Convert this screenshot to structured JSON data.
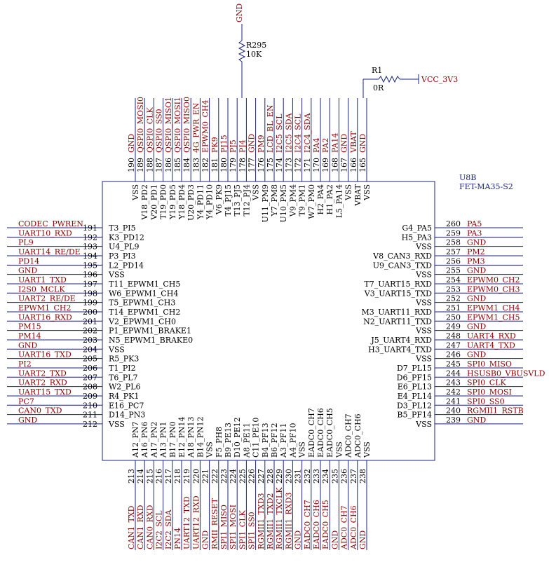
{
  "component": {
    "refdes": "U8B",
    "part": "FET-MA35-S2"
  },
  "top_parts": {
    "gnd_label": "GND",
    "r295_ref": "R295",
    "r295_val": "10K",
    "r1_ref": "R1",
    "r1_val": "0R",
    "vcc_label": "VCC_3V3"
  },
  "left_pins": [
    {
      "num": "191",
      "inner": "T3_PI5",
      "net": "CODEC_PWREN"
    },
    {
      "num": "192",
      "inner": "K3_PD12",
      "net": "UART10_RXD"
    },
    {
      "num": "193",
      "inner": "U4_PL9",
      "net": "PL9"
    },
    {
      "num": "194",
      "inner": "P3_PI3",
      "net": "UART14_RE/DE"
    },
    {
      "num": "195",
      "inner": "L2_PD14",
      "net": "PD14"
    },
    {
      "num": "196",
      "inner": "VSS",
      "net": "GND"
    },
    {
      "num": "197",
      "inner": "T11_EPWM1_CH5",
      "net": "UART1_TXD"
    },
    {
      "num": "198",
      "inner": "W6_EPWM1_CH4",
      "net": "I2S0_MCLK"
    },
    {
      "num": "199",
      "inner": "T5_EPWM1_CH3",
      "net": "UART2_RE/DE"
    },
    {
      "num": "200",
      "inner": "T14_EPWM1_CH2",
      "net": "EPWM1_CH2"
    },
    {
      "num": "201",
      "inner": "V2_EPWM1_CH0",
      "net": "UART16_RXD"
    },
    {
      "num": "202",
      "inner": "P1_EPWM1_BRAKE1",
      "net": "PM15"
    },
    {
      "num": "203",
      "inner": "N5_EPWM1_BRAKE0",
      "net": "PM14"
    },
    {
      "num": "204",
      "inner": "VSS",
      "net": "GND"
    },
    {
      "num": "205",
      "inner": "R5_PK3",
      "net": "UART16_TXD"
    },
    {
      "num": "206",
      "inner": "T1_PI2",
      "net": "PI2"
    },
    {
      "num": "207",
      "inner": "T6_PL7",
      "net": "UART2_TXD"
    },
    {
      "num": "208",
      "inner": "W2_PL6",
      "net": "UART2_RXD"
    },
    {
      "num": "209",
      "inner": "R4_PK1",
      "net": "UART15_TXD"
    },
    {
      "num": "210",
      "inner": "E16_PC7",
      "net": "PC7"
    },
    {
      "num": "211",
      "inner": "D14_PN3",
      "net": "CAN0_TXD"
    },
    {
      "num": "212",
      "inner": "VSS",
      "net": "GND"
    }
  ],
  "right_pins": [
    {
      "num": "260",
      "inner": "G4_PA5",
      "net": "PA5"
    },
    {
      "num": "259",
      "inner": "H5_PA3",
      "net": "PA3"
    },
    {
      "num": "258",
      "inner": "VSS",
      "net": "GND"
    },
    {
      "num": "257",
      "inner": "V8_CAN3_RXD",
      "net": "PM2"
    },
    {
      "num": "256",
      "inner": "U9_CAN3_TXD",
      "net": "PM3"
    },
    {
      "num": "255",
      "inner": "VSS",
      "net": "GND"
    },
    {
      "num": "254",
      "inner": "T7_UART15_RXD",
      "net": "EPWM0_CH2"
    },
    {
      "num": "253",
      "inner": "V3_UART15_TXD",
      "net": "EPWM0_CH3"
    },
    {
      "num": "252",
      "inner": "VSS",
      "net": "GND"
    },
    {
      "num": "251",
      "inner": "M3_UART11_RXD",
      "net": "EPWM1_CH4"
    },
    {
      "num": "250",
      "inner": "N2_UART11_TXD",
      "net": "EPWM1_CH5"
    },
    {
      "num": "249",
      "inner": "VSS",
      "net": "GND"
    },
    {
      "num": "248",
      "inner": "J5_UART4_RXD",
      "net": "UART4_RXD"
    },
    {
      "num": "247",
      "inner": "H3_UART4_TXD",
      "net": "UART4_TXD"
    },
    {
      "num": "246",
      "inner": "VSS",
      "net": "GND"
    },
    {
      "num": "245",
      "inner": "D7_PL15",
      "net": "SPI0_MISO"
    },
    {
      "num": "244",
      "inner": "D6_PF15",
      "net": "HSUSB0_VBUSVLD"
    },
    {
      "num": "243",
      "inner": "E6_PL13",
      "net": "SPI0_CLK"
    },
    {
      "num": "242",
      "inner": "E4_PL14",
      "net": "SPI0_MOSI"
    },
    {
      "num": "241",
      "inner": "D3_PL12",
      "net": "SPI0_SS0"
    },
    {
      "num": "240",
      "inner": "B5_PF14",
      "net": "RGMII1_RSTB"
    },
    {
      "num": "239",
      "inner": "VSS",
      "net": "GND"
    }
  ],
  "top_pins": [
    {
      "num": "190",
      "inner": "VSS",
      "net": "GND"
    },
    {
      "num": "189",
      "inner": "V18_PD2",
      "net": "QSPI0_MOSI0"
    },
    {
      "num": "188",
      "inner": "V20_PD1",
      "net": "QSPI0_CLK"
    },
    {
      "num": "187",
      "inner": "T19_PD0",
      "net": "QSPI0_SS0"
    },
    {
      "num": "186",
      "inner": "Y19_PD5",
      "net": "QSPI0_MISO1"
    },
    {
      "num": "185",
      "inner": "Y18_PD4",
      "net": "QSPI0_MOSI1"
    },
    {
      "num": "184",
      "inner": "U20_PD3",
      "net": "QSPI0_MISO0"
    },
    {
      "num": "183",
      "inner": "Y4_PD11",
      "net": "4G_PWR_EN"
    },
    {
      "num": "182",
      "inner": "Y4_PD10",
      "net": "EPWM0_CH4"
    },
    {
      "num": "181",
      "inner": "V6_PK9",
      "net": "PK9"
    },
    {
      "num": "180",
      "inner": "T4_PJ15",
      "net": "PJ15"
    },
    {
      "num": "179",
      "inner": "T13_PJ5",
      "net": "PJ5"
    },
    {
      "num": "178",
      "inner": "T12_PJ4",
      "net": "PJ4"
    },
    {
      "num": "177",
      "inner": "VSS",
      "net": "GND"
    },
    {
      "num": "176",
      "inner": "U11_PM9",
      "net": "PM9"
    },
    {
      "num": "175",
      "inner": "Y7_PM8",
      "net": "LCD_BL_EN"
    },
    {
      "num": "174",
      "inner": "U10_PM5",
      "net": "I2C5_SCL"
    },
    {
      "num": "173",
      "inner": "V9_PM4",
      "net": "I2C5_SDA"
    },
    {
      "num": "172",
      "inner": "T9_PM1",
      "net": "I2C4_SCL"
    },
    {
      "num": "171",
      "inner": "W7_PM0",
      "net": "I2C4_SDA"
    },
    {
      "num": "170",
      "inner": "H2_PA4",
      "net": "PA4"
    },
    {
      "num": "169",
      "inner": "H1_PA2",
      "net": "PA2"
    },
    {
      "num": "168",
      "inner": "L5_PA14",
      "net": "PA14"
    },
    {
      "num": "167",
      "inner": "VSS",
      "net": "GND"
    },
    {
      "num": "166",
      "inner": "VBAT",
      "net": "VBAT"
    },
    {
      "num": "165",
      "inner": "VSS",
      "net": "GND"
    }
  ],
  "bottom_pins": [
    {
      "num": "213",
      "inner": "A12_PN7",
      "net": "CAN1_TXD"
    },
    {
      "num": "214",
      "inner": "A16_PN6",
      "net": "CAN1_RXD"
    },
    {
      "num": "215",
      "inner": "A17_PN2",
      "net": "CAN0_RXD"
    },
    {
      "num": "216",
      "inner": "A13_PN1",
      "net": "I2C2_SCL"
    },
    {
      "num": "217",
      "inner": "B17_PN0",
      "net": "I2C2_SDA"
    },
    {
      "num": "218",
      "inner": "E12_PN14",
      "net": "PN14"
    },
    {
      "num": "219",
      "inner": "A18_PN13",
      "net": "UART12_TXD"
    },
    {
      "num": "220",
      "inner": "B14_PN12",
      "net": "UART12_RXD"
    },
    {
      "num": "221",
      "inner": "VSS",
      "net": "GND"
    },
    {
      "num": "222",
      "inner": "F5_PH8",
      "net": "RMII_RESET"
    },
    {
      "num": "223",
      "inner": "B9_PE13",
      "net": "SPI1_MISO"
    },
    {
      "num": "224",
      "inner": "D10_PE12",
      "net": "SPI1_MOSI"
    },
    {
      "num": "225",
      "inner": "A8_PE11",
      "net": "SPI1_CLK"
    },
    {
      "num": "226",
      "inner": "C11_PE10",
      "net": "SPI1_SS0"
    },
    {
      "num": "227",
      "inner": "B4_PF13",
      "net": "RGMII1_TXD3"
    },
    {
      "num": "228",
      "inner": "B6_PF12",
      "net": "RGMII1_TXD2"
    },
    {
      "num": "229",
      "inner": "A3_PF11",
      "net": "RGMII1_TXCLK"
    },
    {
      "num": "230",
      "inner": "A4_PF10",
      "net": "RGMII1_RXD3"
    },
    {
      "num": "231",
      "inner": "VSS",
      "net": "GND"
    },
    {
      "num": "232",
      "inner": "EADC0_CH7",
      "net": "EADC0_CH7"
    },
    {
      "num": "233",
      "inner": "EADC0_CH6",
      "net": "EADC0_CH6"
    },
    {
      "num": "234",
      "inner": "EADC0_CH5",
      "net": "EADC0_CH5"
    },
    {
      "num": "235",
      "inner": "VSS",
      "net": "GND"
    },
    {
      "num": "236",
      "inner": "ADC0_CH7",
      "net": "ADC0_CH7"
    },
    {
      "num": "237",
      "inner": "ADC0_CH6",
      "net": "ADC0_CH6"
    },
    {
      "num": "238",
      "inner": "VSS",
      "net": "GND"
    }
  ]
}
